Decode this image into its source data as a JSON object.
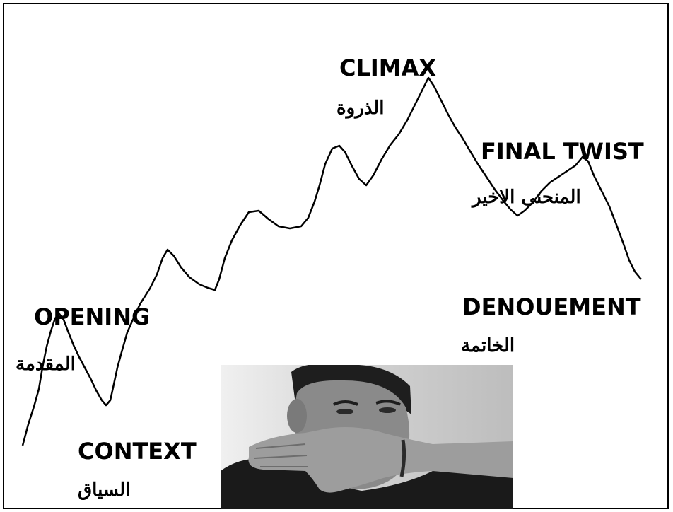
{
  "labels": {
    "climax": {
      "en": "CLIMAX",
      "ar": "الذروة"
    },
    "final_twist": {
      "en": "FINAL TWIST",
      "ar": "المنحنى الاخير"
    },
    "opening": {
      "en": "OPENING",
      "ar": "المقدمة"
    },
    "context": {
      "en": "CONTEXT",
      "ar": "السياق"
    },
    "denouement": {
      "en": "DENOUEMENT",
      "ar": "الخاتمة"
    }
  },
  "colors": {
    "line": "#000000",
    "text": "#000000",
    "border": "#000000",
    "photo_bg": "#d9d9d9"
  },
  "photo": {
    "subject": "grayscale portrait of a young man holding his hand across his face"
  }
}
